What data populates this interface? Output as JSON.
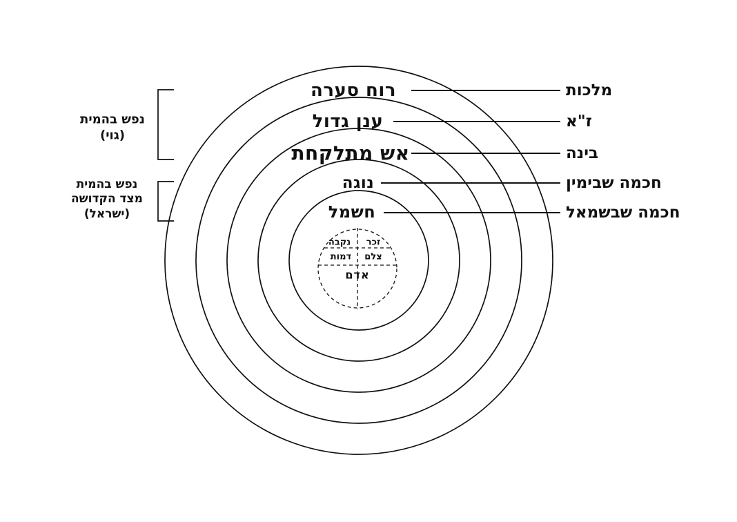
{
  "diagram": {
    "description": "Concentric-circles kabbalistic diagram with Hebrew labels",
    "colors": {
      "ink": "#111111",
      "background": "#ffffff"
    },
    "rings": [
      {
        "label": "רוח סערה"
      },
      {
        "label": "ענן גדול"
      },
      {
        "label": "אש מתלקחת"
      },
      {
        "label": "נוגה"
      },
      {
        "label": "חשמל"
      }
    ],
    "right_labels": [
      {
        "label": "מלכות"
      },
      {
        "label": "ז\"א"
      },
      {
        "label": "בינה"
      },
      {
        "label": "חכמה שבימין"
      },
      {
        "label": "חכמה שבשמאל"
      }
    ],
    "left_groups": [
      {
        "lines": [
          "נפש בהמית",
          "(גוי)"
        ]
      },
      {
        "lines": [
          "נפש בהמית",
          "מצד הקדושה",
          "(ישראל)"
        ]
      }
    ],
    "center": {
      "top_left": "נקבה",
      "top_right": "זכר",
      "mid_left": "דמות",
      "mid_right": "צלם",
      "bottom": "אדם"
    }
  }
}
